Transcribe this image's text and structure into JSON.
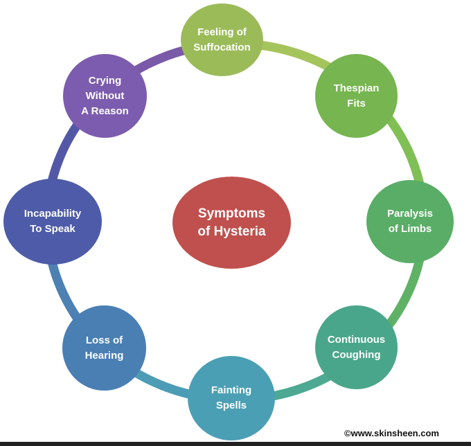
{
  "center": {
    "label": "Symptoms\nof Hysteria",
    "color": "#c0504d"
  },
  "nodes": [
    {
      "id": "feeling-of-suffocation",
      "label": "Feeling of\nSuffocation",
      "color": "#9bbb59"
    },
    {
      "id": "thespian-fits",
      "label": "Thespian\nFits",
      "color": "#76b54f"
    },
    {
      "id": "paralysis-of-limbs",
      "label": "Paralysis\nof Limbs",
      "color": "#5aad67"
    },
    {
      "id": "continuous-coughing",
      "label": "Continuous\nCoughing",
      "color": "#4aa68a"
    },
    {
      "id": "fainting-spells",
      "label": "Fainting\nSpells",
      "color": "#4b9fb4"
    },
    {
      "id": "loss-of-hearing",
      "label": "Loss of\nHearing",
      "color": "#4a7fb4"
    },
    {
      "id": "incapability-to-speak",
      "label": "Incapability\nTo Speak",
      "color": "#4d5ba8"
    },
    {
      "id": "crying-without-a-reason",
      "label": "Crying\nWithout\nA Reason",
      "color": "#7c5cae"
    }
  ],
  "ring_colors": [
    "#a5c45c",
    "#7fbf55",
    "#5fb166",
    "#4ea993",
    "#4c9cb5",
    "#4d80b3",
    "#5358a6",
    "#7a5aa8"
  ],
  "copyright": "©www.skinsheen.com"
}
